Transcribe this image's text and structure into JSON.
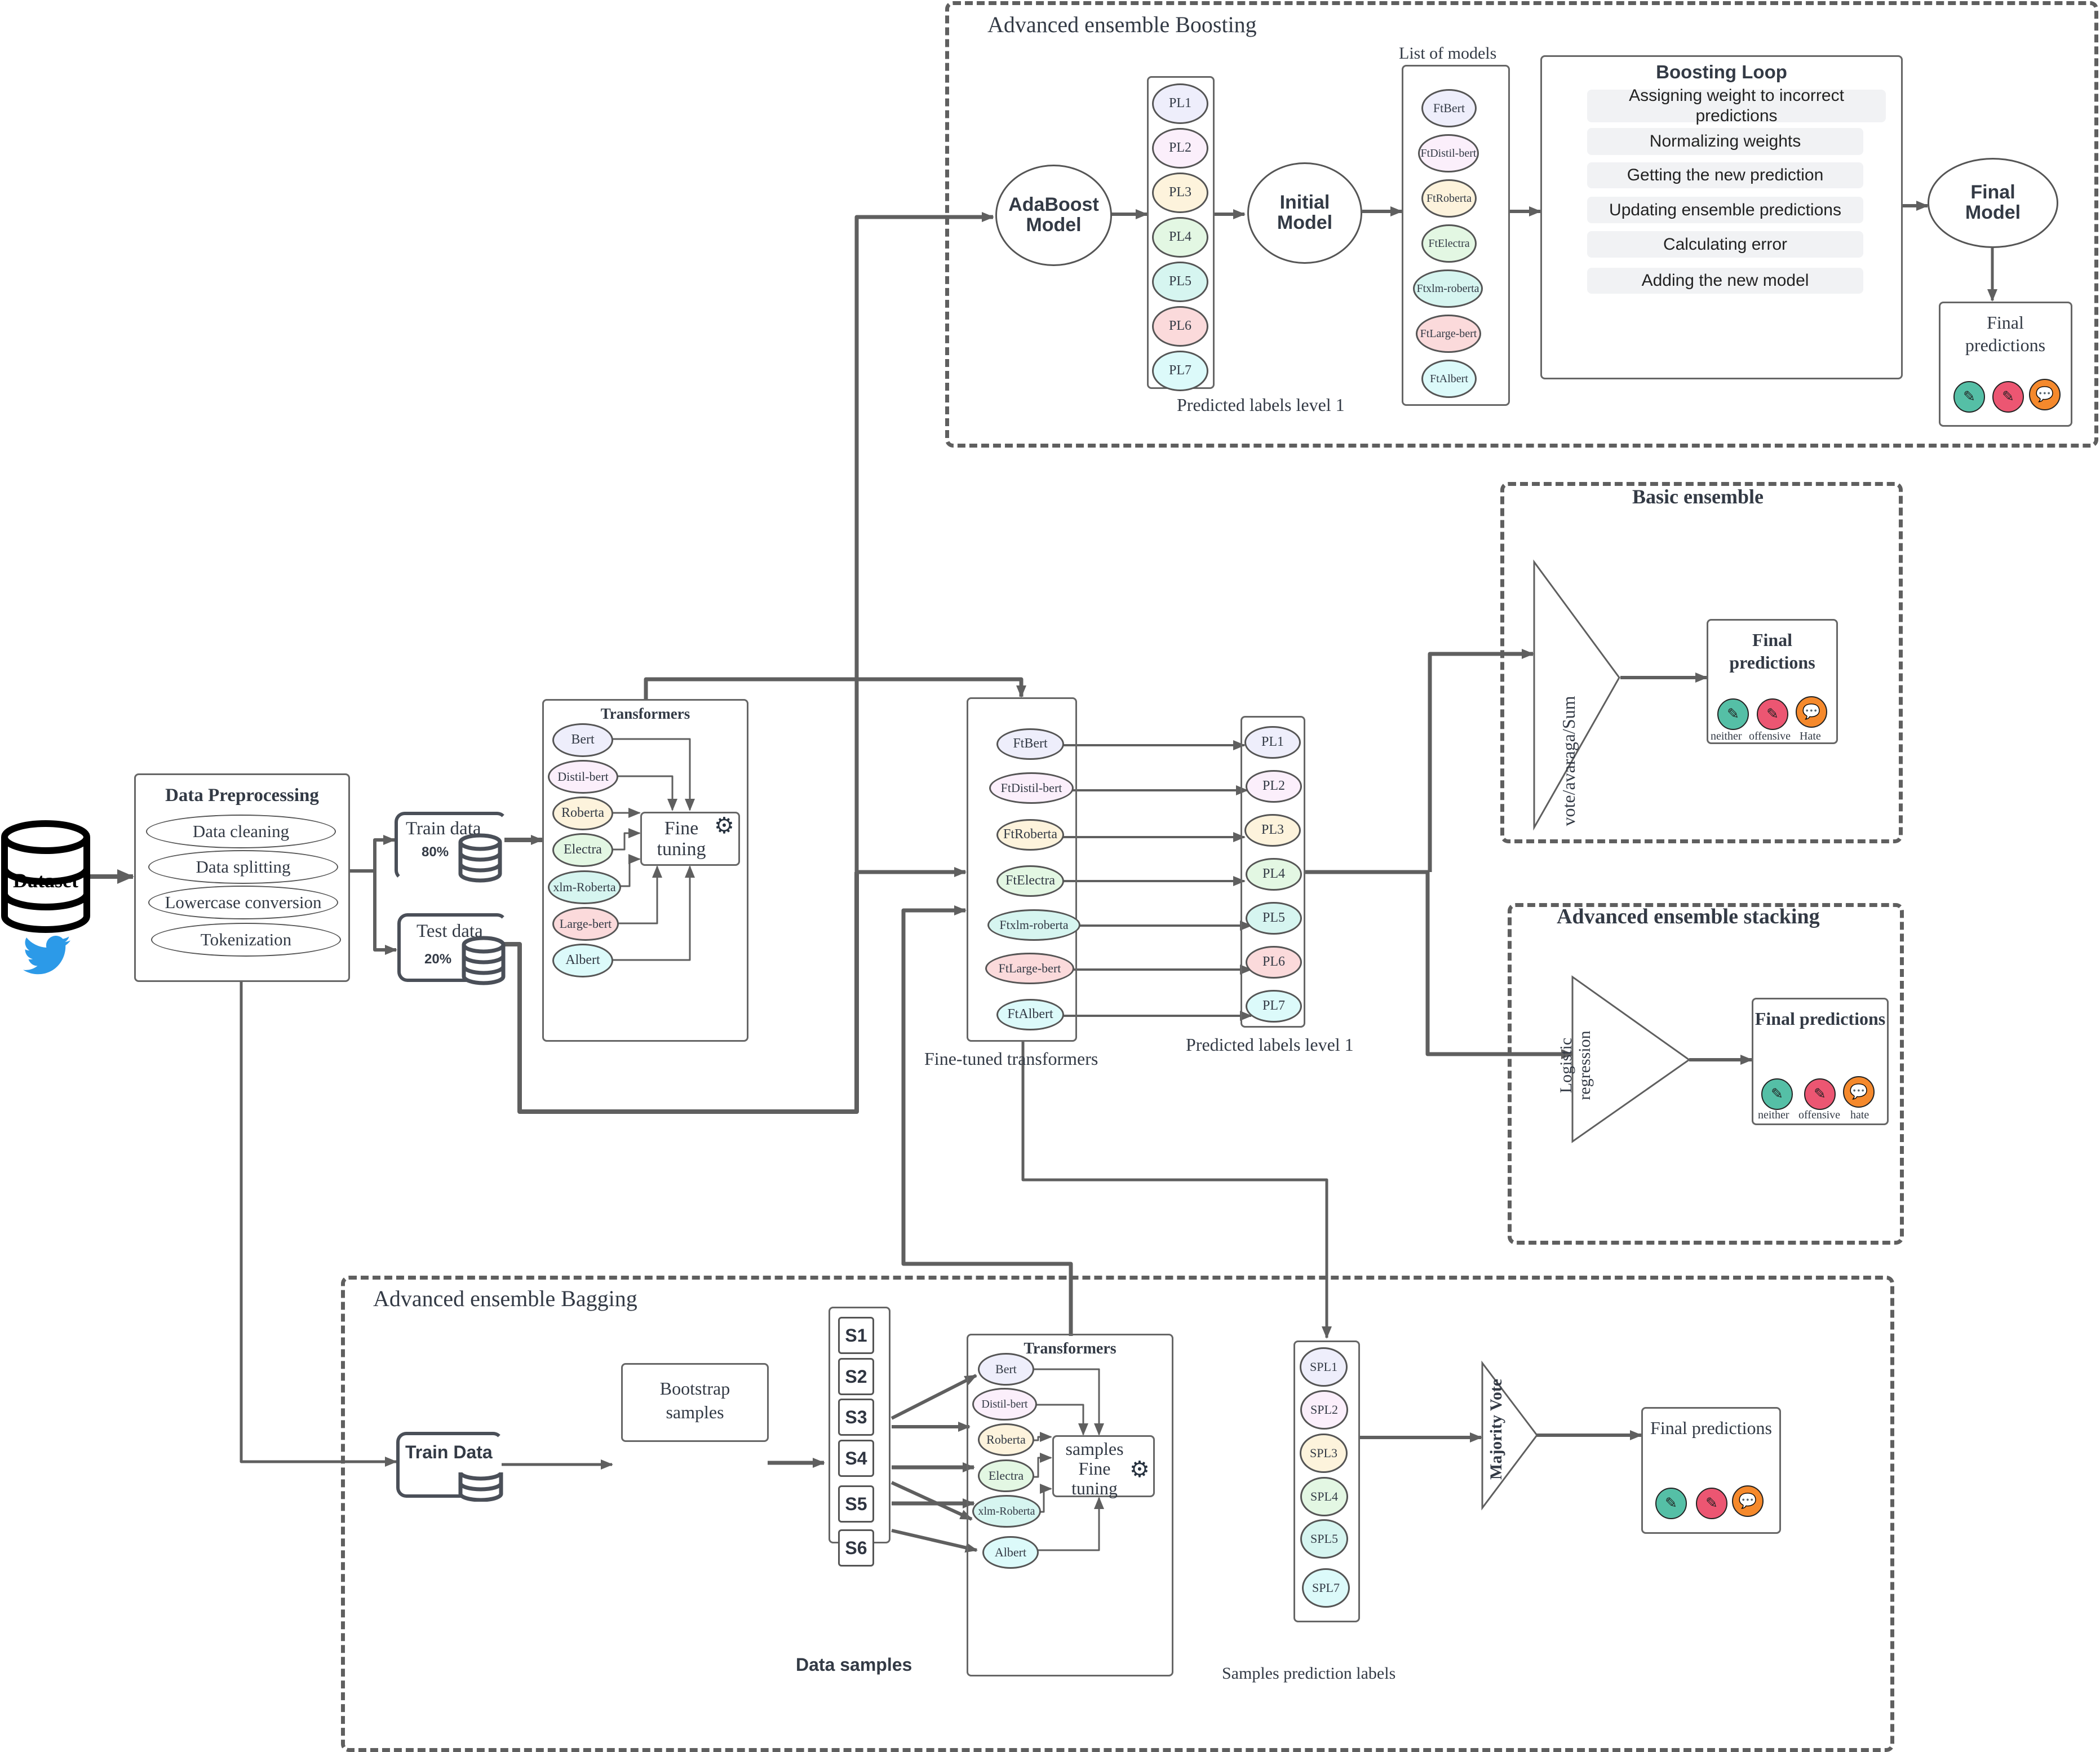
{
  "colors": {
    "line": "#5f5f5f",
    "text": "#2f3541",
    "ellipse_fills": [
      "#eeeefb",
      "#fbeffb",
      "#fdf3dc",
      "#e3f7e3",
      "#d6f5f0",
      "#fbdadb",
      "#dcfafa"
    ],
    "neither": "#55bfa6",
    "offensive": "#ec5672",
    "hate": "#f5892c",
    "twitter": "#2c9ae8"
  },
  "dataset": {
    "label": "Dataset",
    "icon": "twitter-bird-icon"
  },
  "preprocessing": {
    "title": "Data Preprocessing",
    "steps": [
      "Data cleaning",
      "Data splitting",
      "Lowercase conversion",
      "Tokenization"
    ]
  },
  "split": {
    "train": {
      "label": "Train data",
      "pct": "80%"
    },
    "test": {
      "label": "Test data",
      "pct": "20%"
    }
  },
  "transformers": {
    "title": "Transformers",
    "models": [
      "Bert",
      "Distil-bert",
      "Roberta",
      "Electra",
      "xlm-Roberta",
      "Large-bert",
      "Albert"
    ],
    "fine_tuning": "Fine tuning"
  },
  "finetuned": {
    "caption": "Fine-tuned transformers",
    "models": [
      "FtBert",
      "FtDistil-bert",
      "FtRoberta",
      "FtElectra",
      "Ftxlm-roberta",
      "FtLarge-bert",
      "FtAlbert"
    ]
  },
  "predicted_labels": {
    "caption": "Predicted labels level 1",
    "items": [
      "PL1",
      "PL2",
      "PL3",
      "PL4",
      "PL5",
      "PL6",
      "PL7"
    ]
  },
  "boosting": {
    "title": "Advanced ensemble Boosting",
    "adaboost": "AdaBoost Model",
    "pl_caption": "Predicted labels level 1",
    "pl_items": [
      "PL1",
      "PL2",
      "PL3",
      "PL4",
      "PL5",
      "PL6",
      "PL7"
    ],
    "initial_model": "Initial Model",
    "list_title": "List of models",
    "list_models": [
      "FtBert",
      "FtDistil-bert",
      "FtRoberta",
      "FtElectra",
      "Ftxlm-roberta",
      "FtLarge-bert",
      "FtAlbert"
    ],
    "loop_title": "Boosting Loop",
    "loop_steps": [
      "Assigning weight to incorrect predictions",
      "Normalizing weights",
      "Getting the new prediction",
      "Updating ensemble predictions",
      "Calculating error",
      "Adding the new model"
    ],
    "final_model": "Final Model",
    "final_predictions": "Final predictions"
  },
  "basic": {
    "title": "Basic ensemble",
    "combiner": "vote/avaraga/Sum",
    "final_predictions": "Final predictions",
    "classes": [
      "neither",
      "offensive",
      "Hate"
    ]
  },
  "stacking": {
    "title": "Advanced ensemble stacking",
    "combiner": "Logistic regression",
    "final_predictions": "Final predictions",
    "classes": [
      "neither",
      "offensive",
      "hate"
    ]
  },
  "bagging": {
    "title": "Advanced ensemble Bagging",
    "train": "Train Data",
    "bootstrap": "Bootstrap samples",
    "samples": [
      "S1",
      "S2",
      "S3",
      "S4",
      "S5",
      "S6"
    ],
    "samples_caption": "Data samples",
    "transformers_title": "Transformers",
    "models": [
      "Bert",
      "Distil-bert",
      "Roberta",
      "Electra",
      "xlm-Roberta",
      "Albert"
    ],
    "fine_tuning": "samples Fine tuning",
    "spl": [
      "SPL1",
      "SPL2",
      "SPL3",
      "SPL4",
      "SPL5",
      "SPL7"
    ],
    "spl_caption": "Samples prediction labels",
    "combiner": "Majority Vote",
    "final_predictions": "Final predictions"
  }
}
